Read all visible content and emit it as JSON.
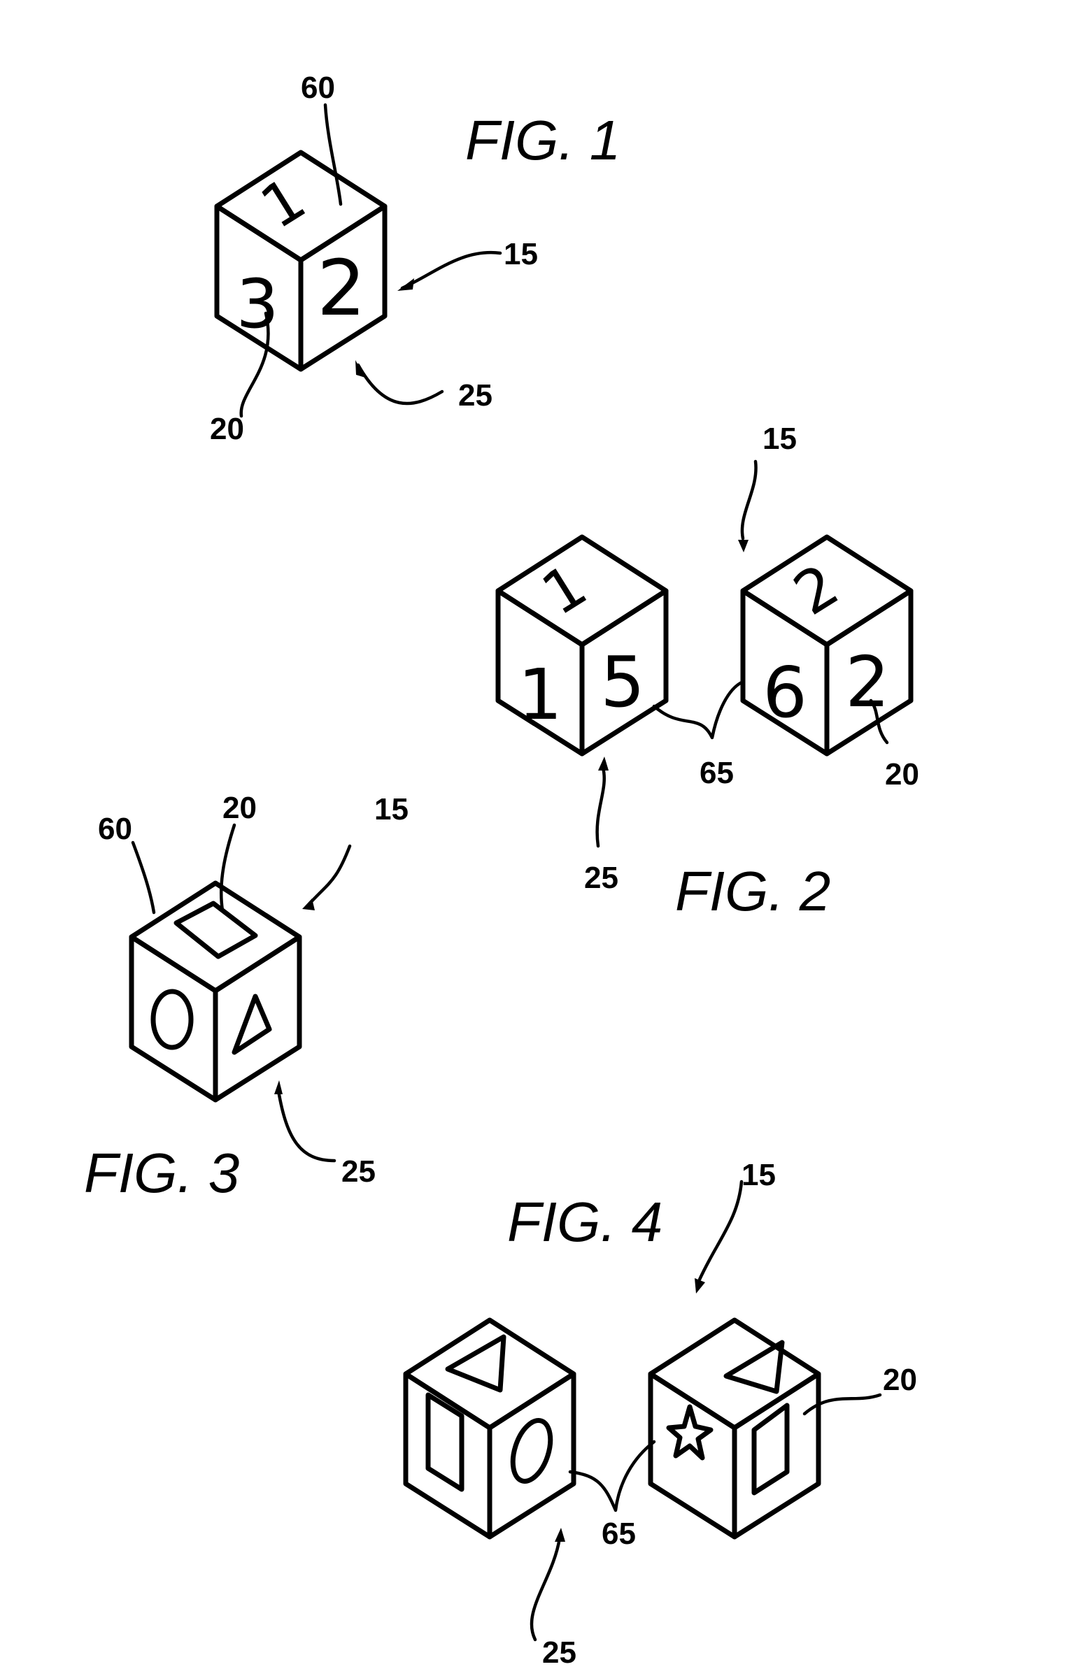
{
  "figures": {
    "fig1": {
      "title": "FIG. 1",
      "top": "1",
      "left": "3",
      "right": "2",
      "refs": {
        "top_face": "60",
        "block": "15",
        "indicia": "20",
        "corner": "25"
      }
    },
    "fig2": {
      "title": "FIG. 2",
      "cube_a": {
        "top": "1",
        "left": "1",
        "right": "5"
      },
      "cube_b": {
        "top": "2",
        "left": "6",
        "right": "2"
      },
      "refs": {
        "blocks": "15",
        "connector": "65",
        "indicia": "20",
        "corner": "25"
      }
    },
    "fig3": {
      "title": "FIG. 3",
      "shapes": {
        "top": "rectangle",
        "left": "circle",
        "right": "triangle"
      },
      "refs": {
        "top_face": "60",
        "indicia": "20",
        "block": "15",
        "corner": "25"
      }
    },
    "fig4": {
      "title": "FIG. 4",
      "cube_a": {
        "top": "triangle",
        "left": "square",
        "right": "oval"
      },
      "cube_b": {
        "top": "triangle",
        "left": "star",
        "right": "square"
      },
      "refs": {
        "blocks": "15",
        "indicia": "20",
        "connector": "65",
        "corner": "25"
      }
    }
  }
}
